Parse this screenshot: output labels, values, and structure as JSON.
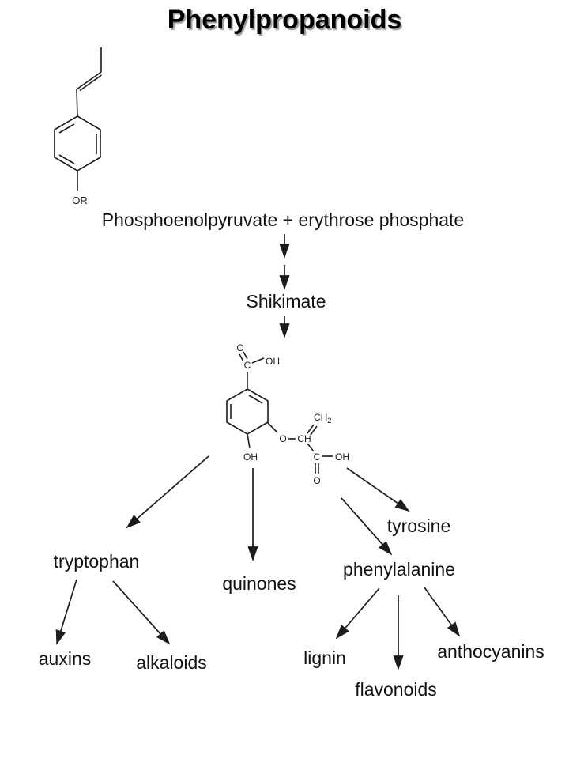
{
  "title": "Phenylpropanoids",
  "nodes": {
    "pep": "Phosphoenolpyruvate + erythrose phosphate",
    "shikimate": "Shikimate",
    "tryptophan": "tryptophan",
    "quinones": "quinones",
    "tyrosine": "tyrosine",
    "phenylalanine": "phenylalanine",
    "auxins": "auxins",
    "alkaloids": "alkaloids",
    "lignin": "lignin",
    "flavonoids": "flavonoids",
    "anthocyanins": "anthocyanins"
  },
  "molecules": {
    "propenyl_phenol": {
      "or": "OR"
    },
    "chorismate": {
      "o_carboxyl": "O",
      "c_carboxyl": "C",
      "oh_carboxyl": "OH",
      "ch2": "CH",
      "ch2_sub": "2",
      "o_ether": "O",
      "ch": "CH",
      "c_acid": "C",
      "oh_acid": "OH",
      "o_acid": "O",
      "oh_ring": "OH"
    }
  },
  "edges": [
    [
      "pep",
      "shikimate"
    ],
    [
      "shikimate",
      "chorismate"
    ],
    [
      "chorismate",
      "tryptophan"
    ],
    [
      "chorismate",
      "quinones"
    ],
    [
      "chorismate",
      "tyrosine"
    ],
    [
      "chorismate",
      "phenylalanine"
    ],
    [
      "tryptophan",
      "auxins"
    ],
    [
      "tryptophan",
      "alkaloids"
    ],
    [
      "phenylalanine",
      "lignin"
    ],
    [
      "phenylalanine",
      "flavonoids"
    ],
    [
      "phenylalanine",
      "anthocyanins"
    ]
  ],
  "colors": {
    "background": "#ffffff",
    "ink": "#1c1c1c",
    "title_shadow": "#9b9b9b"
  }
}
